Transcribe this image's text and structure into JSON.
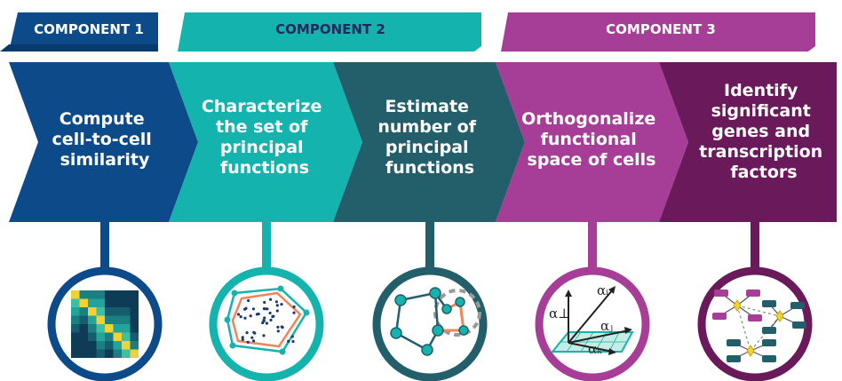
{
  "components": [
    {
      "label": "COMPONENT 1",
      "color": "#0c4a8a"
    },
    {
      "label": "COMPONENT 2",
      "color": "#14b3ad"
    },
    {
      "label": "COMPONENT 3",
      "color": "#a63d97"
    }
  ],
  "steps": [
    {
      "lines": [
        "Compute",
        "cell-to-cell",
        "similarity"
      ],
      "color": "#0c4a8a",
      "icon": "similarity-matrix-icon"
    },
    {
      "lines": [
        "Characterize",
        "the set of",
        "principal",
        "functions"
      ],
      "color": "#14b3ad",
      "icon": "convex-hull-icon"
    },
    {
      "lines": [
        "Estimate",
        "number of",
        "principal",
        "functions"
      ],
      "color": "#235f6b",
      "icon": "graph-clusters-icon"
    },
    {
      "lines": [
        "Orthogonalize",
        "functional",
        "space of cells"
      ],
      "color": "#a63d97",
      "icon": "orthogonal-axes-icon"
    },
    {
      "lines": [
        "Identify",
        "significant",
        "genes and",
        "transcription",
        "factors"
      ],
      "color": "#6a1a5a",
      "icon": "gene-network-icon"
    }
  ],
  "icon_labels": {
    "alpha_perp": "α⊥",
    "alpha_i_top": "αᵢ",
    "alpha_i_mid": "αⱼ",
    "alpha_i_bottom": "αₖ"
  }
}
